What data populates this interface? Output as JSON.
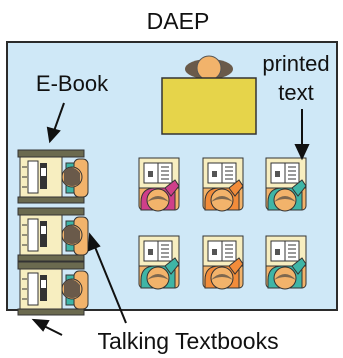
{
  "title": "DAEP",
  "labels": {
    "ebook": "E-Book",
    "printed_line1": "printed",
    "printed_line2": "text",
    "talking": "Talking Textbooks"
  },
  "colors": {
    "title": "#2b4f9e",
    "room_fill": "#cfe8f7",
    "room_border": "#2b2b2b",
    "teacher_desk": "#e6d44a",
    "desk": "#f7eec0",
    "head": "#f2b36b",
    "hair": "#6a5a4a",
    "shelf": "#6b6a4f",
    "student_shirts": [
      "#cf3f8a",
      "#f28c3a",
      "#3fb5a6",
      "#3fb5a6",
      "#f28c3a",
      "#3fb5a6"
    ],
    "station_shirts": [
      "#3fb5a6",
      "#3fb5a6",
      "#3fb5a6"
    ]
  },
  "icons": [
    "teacher-icon",
    "student-with-book-icon",
    "computer-station-icon",
    "arrow-icon"
  ]
}
